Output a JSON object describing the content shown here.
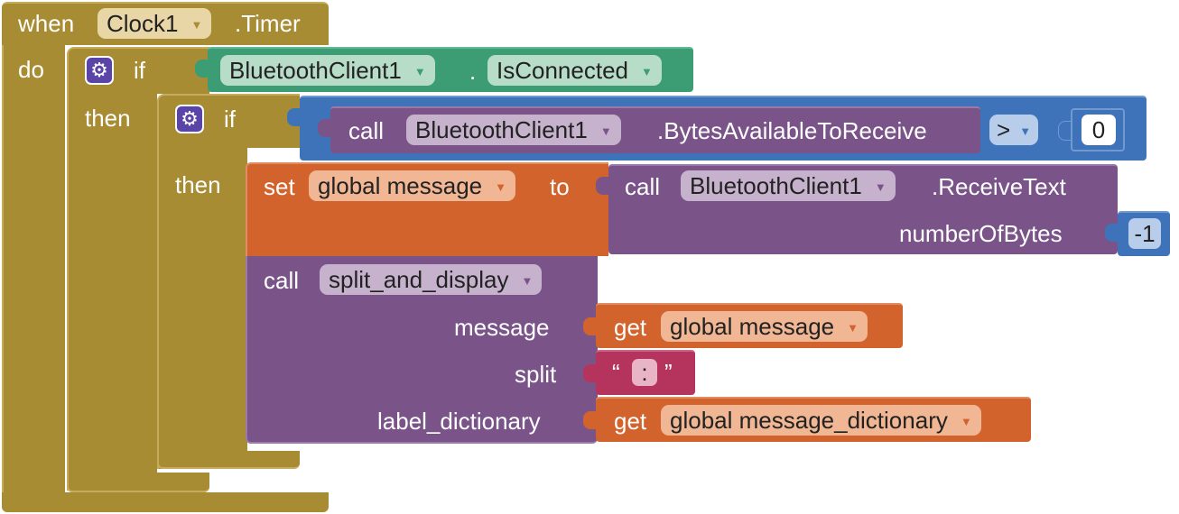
{
  "event_block": {
    "keyword_when": "when",
    "component": "Clock1",
    "event_name": ".Timer",
    "keyword_do": "do"
  },
  "outer_if": {
    "keyword_if": "if",
    "keyword_then": "then",
    "condition": {
      "component": "BluetoothClient1",
      "dot": ".",
      "property": "IsConnected"
    }
  },
  "inner_if": {
    "keyword_if": "if",
    "keyword_then": "then",
    "condition": {
      "keyword_call": "call",
      "component": "BluetoothClient1",
      "method": ".BytesAvailableToReceive",
      "operator": ">",
      "compare_value": "0"
    }
  },
  "set_block": {
    "keyword_set": "set",
    "variable": "global message",
    "keyword_to": "to",
    "value": {
      "keyword_call": "call",
      "component": "BluetoothClient1",
      "method": ".ReceiveText",
      "param_label": "numberOfBytes",
      "param_value": "-1"
    }
  },
  "procedure_call": {
    "keyword_call": "call",
    "procedure": "split_and_display",
    "args": [
      {
        "label": "message",
        "keyword_get": "get",
        "variable": "global message"
      },
      {
        "label": "split",
        "open_quote": "“",
        "text": ":",
        "close_quote": "”"
      },
      {
        "label": "label_dictionary",
        "keyword_get": "get",
        "variable": "global message_dictionary"
      }
    ]
  },
  "icons": {
    "gear": "gear-icon",
    "dropdown": "dropdown-arrow-icon"
  },
  "colors": {
    "control": "#a88c34",
    "control_highlight": "#c7ac5e",
    "bluetooth_property": "#3c9d75",
    "bluetooth_method": "#7a5389",
    "math": "#3f73b9",
    "variable": "#d2632c",
    "procedure": "#7a5389",
    "text": "#b5345d",
    "mutator_gear": "#5b44a8"
  }
}
